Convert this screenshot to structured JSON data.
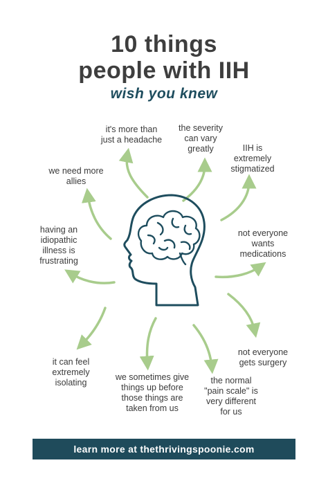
{
  "header": {
    "title_line1": "10 things",
    "title_line2": "people with IIH",
    "subtitle": "wish you knew"
  },
  "items": [
    "it's more than\njust a headache",
    "the severity\ncan vary\ngreatly",
    "IIH is\nextremely\nstigmatized",
    "we need more\nallies",
    "not everyone\nwants\nmedications",
    "having an\nidiopathic\nillness is\nfrustrating",
    "not everyone\ngets surgery",
    "it can feel\nextremely\nisolating",
    "we sometimes give\nthings up before\nthose things are\ntaken from us",
    "the normal\n\"pain scale\" is\nvery different\nfor us"
  ],
  "footer": {
    "text": "learn more at thethrivingspoonie.com"
  },
  "colors": {
    "title": "#3e3e3e",
    "subtitle": "#1e4d5e",
    "arrow": "#a8cc8c",
    "head_outline": "#1e4d5e",
    "footer_bg": "#1f4b5b",
    "footer_text": "#ffffff"
  }
}
